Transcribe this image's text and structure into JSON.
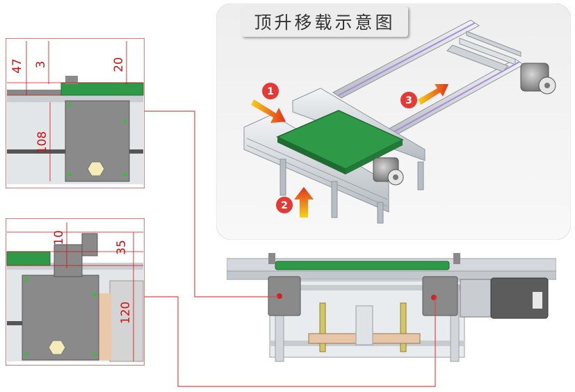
{
  "title": "顶升移载示意图",
  "markers": {
    "m1": "1",
    "m2": "2",
    "m3": "3"
  },
  "detail_top": {
    "dims": {
      "a": "47",
      "b": "3",
      "c": "20",
      "d": "108"
    }
  },
  "detail_bottom": {
    "dims": {
      "a": "10",
      "b": "35",
      "c": "120"
    }
  },
  "colors": {
    "frame": "#d84a4a",
    "board": "#2e9a48",
    "plate": "#8a8a8a",
    "rail": "#c9ced3",
    "lift_arrow_top": "#f3c317",
    "lift_arrow_bottom": "#e53b1e",
    "marker": "#e53935",
    "dimension": "#cc1111"
  }
}
